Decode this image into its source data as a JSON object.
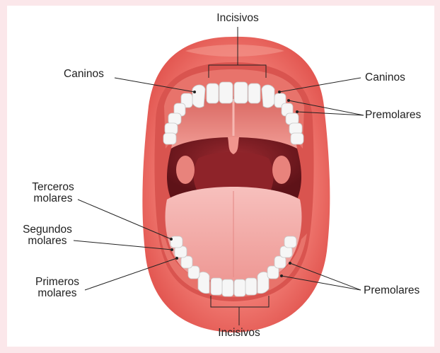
{
  "colors": {
    "background": "#fbe7ea",
    "lips": "#e8605a",
    "lips_dark": "#c9413f",
    "gum": "#ec7a73",
    "palate": "#e9847d",
    "throat": "#7a1c22",
    "tongue": "#f3a8a6",
    "tooth": "#f4f4f4",
    "line": "#222222"
  },
  "labels": {
    "top_incisors": "Incisivos",
    "top_left_canines": "Caninos",
    "top_right_canines": "Caninos",
    "top_right_premolars": "Premolares",
    "third_molars_1": "Terceros",
    "third_molars_2": "molares",
    "second_molars_1": "Segundos",
    "second_molars_2": "molares",
    "first_molars_1": "Primeros",
    "first_molars_2": "molares",
    "bottom_right_premolars": "Premolares",
    "bottom_incisors": "Incisivos"
  }
}
